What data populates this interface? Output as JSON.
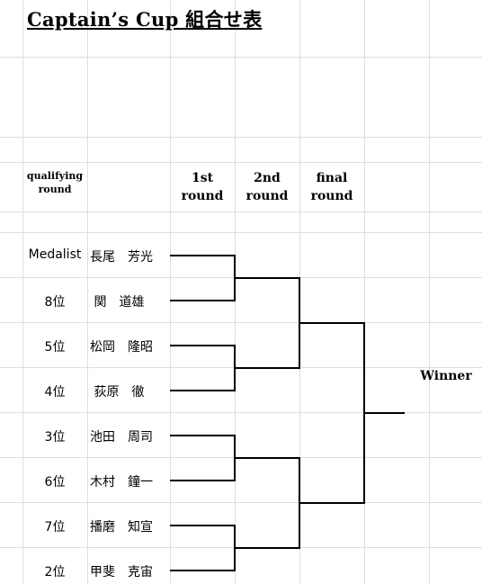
{
  "title": "Captain’s Cup 組合せ表",
  "headers": {
    "qualifying_line1": "qualifying",
    "qualifying_line2": "round",
    "first_line1": "1st",
    "first_line2": "round",
    "second_line1": "2nd",
    "second_line2": "round",
    "final_line1": "final",
    "final_line2": "round"
  },
  "entries": [
    {
      "rank": "Medalist",
      "name": "長尾　芳光"
    },
    {
      "rank": "8位",
      "name": " 関　道雄"
    },
    {
      "rank": "5位",
      "name": "松岡　隆昭"
    },
    {
      "rank": "4位",
      "name": " 荻原　徹"
    },
    {
      "rank": "3位",
      "name": "池田　周司"
    },
    {
      "rank": "6位",
      "name": "木村　鐘一"
    },
    {
      "rank": "7位",
      "name": "播磨　知宣"
    },
    {
      "rank": "2位",
      "name": "甲斐　克宙"
    }
  ],
  "winner_label": "Winner"
}
